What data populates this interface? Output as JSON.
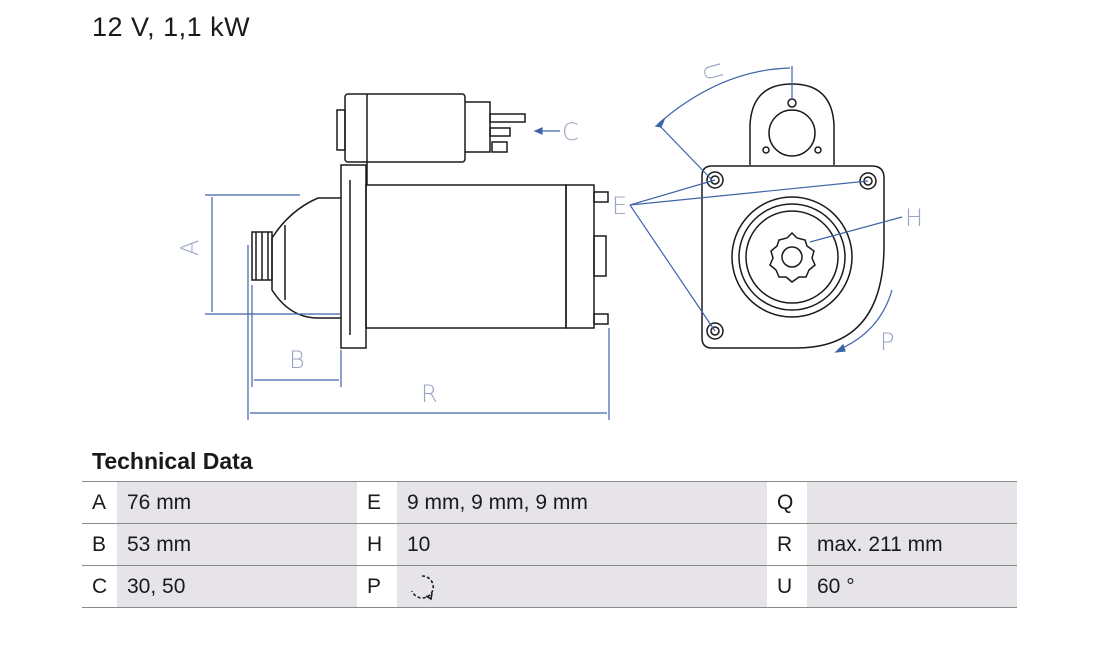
{
  "header": {
    "spec": "12 V, 1,1 kW"
  },
  "drawing": {
    "labels": {
      "A": "A",
      "B": "B",
      "C": "C",
      "E": "E",
      "H": "H",
      "P": "P",
      "R": "R",
      "U": "U"
    },
    "colors": {
      "outline": "#1a1a1a",
      "dimension": "#3e64a8",
      "label": "#9aa6c4"
    }
  },
  "technical_data": {
    "title": "Technical Data",
    "rows": [
      [
        {
          "key": "A",
          "value": "76 mm"
        },
        {
          "key": "E",
          "value": "9 mm, 9 mm, 9 mm"
        },
        {
          "key": "Q",
          "value": ""
        }
      ],
      [
        {
          "key": "B",
          "value": "53 mm"
        },
        {
          "key": "H",
          "value": "10"
        },
        {
          "key": "R",
          "value": "max. 211 mm"
        }
      ],
      [
        {
          "key": "C",
          "value": "30, 50"
        },
        {
          "key": "P",
          "value": "",
          "icon": "clockwise-rotation-icon"
        },
        {
          "key": "U",
          "value": "60 °"
        }
      ]
    ]
  }
}
